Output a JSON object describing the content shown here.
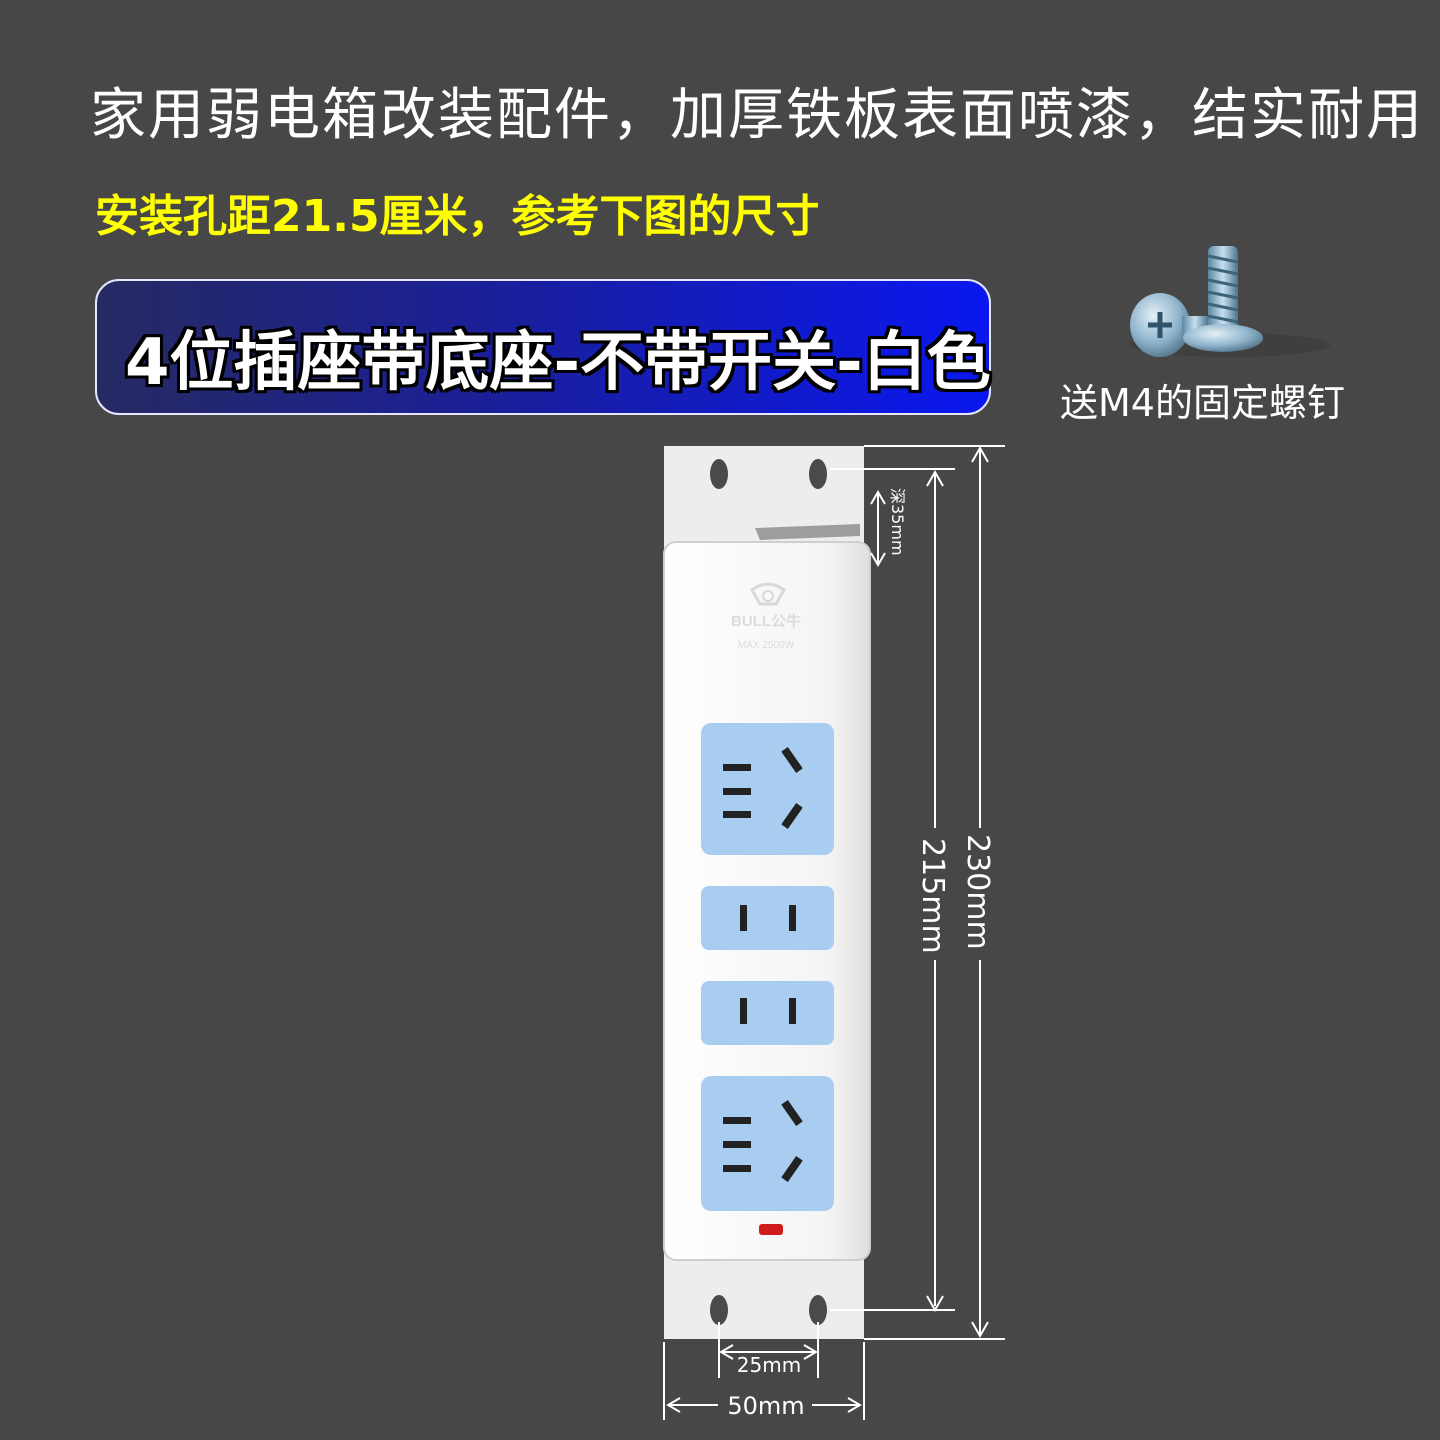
{
  "headline": "家用弱电箱改装配件，加厚铁板表面喷漆，结实耐用",
  "subline": "安装孔距21.5厘米，参考下图的尺寸",
  "banner": "4位插座带底座-不带开关-白色",
  "screw_caption": "送M4的固定螺钉",
  "product": {
    "brand": "BULL公牛",
    "rating": "MAX 2500W"
  },
  "dimensions": {
    "depth": "深35mm",
    "hole_spacing": "215mm",
    "total_height": "230mm",
    "hole_width": "25mm",
    "total_width": "50mm"
  },
  "colors": {
    "background": "#474747",
    "subline": "#ffff00",
    "socket_blue": "#a9cdf0",
    "strip_white": "#f7f7f7"
  }
}
